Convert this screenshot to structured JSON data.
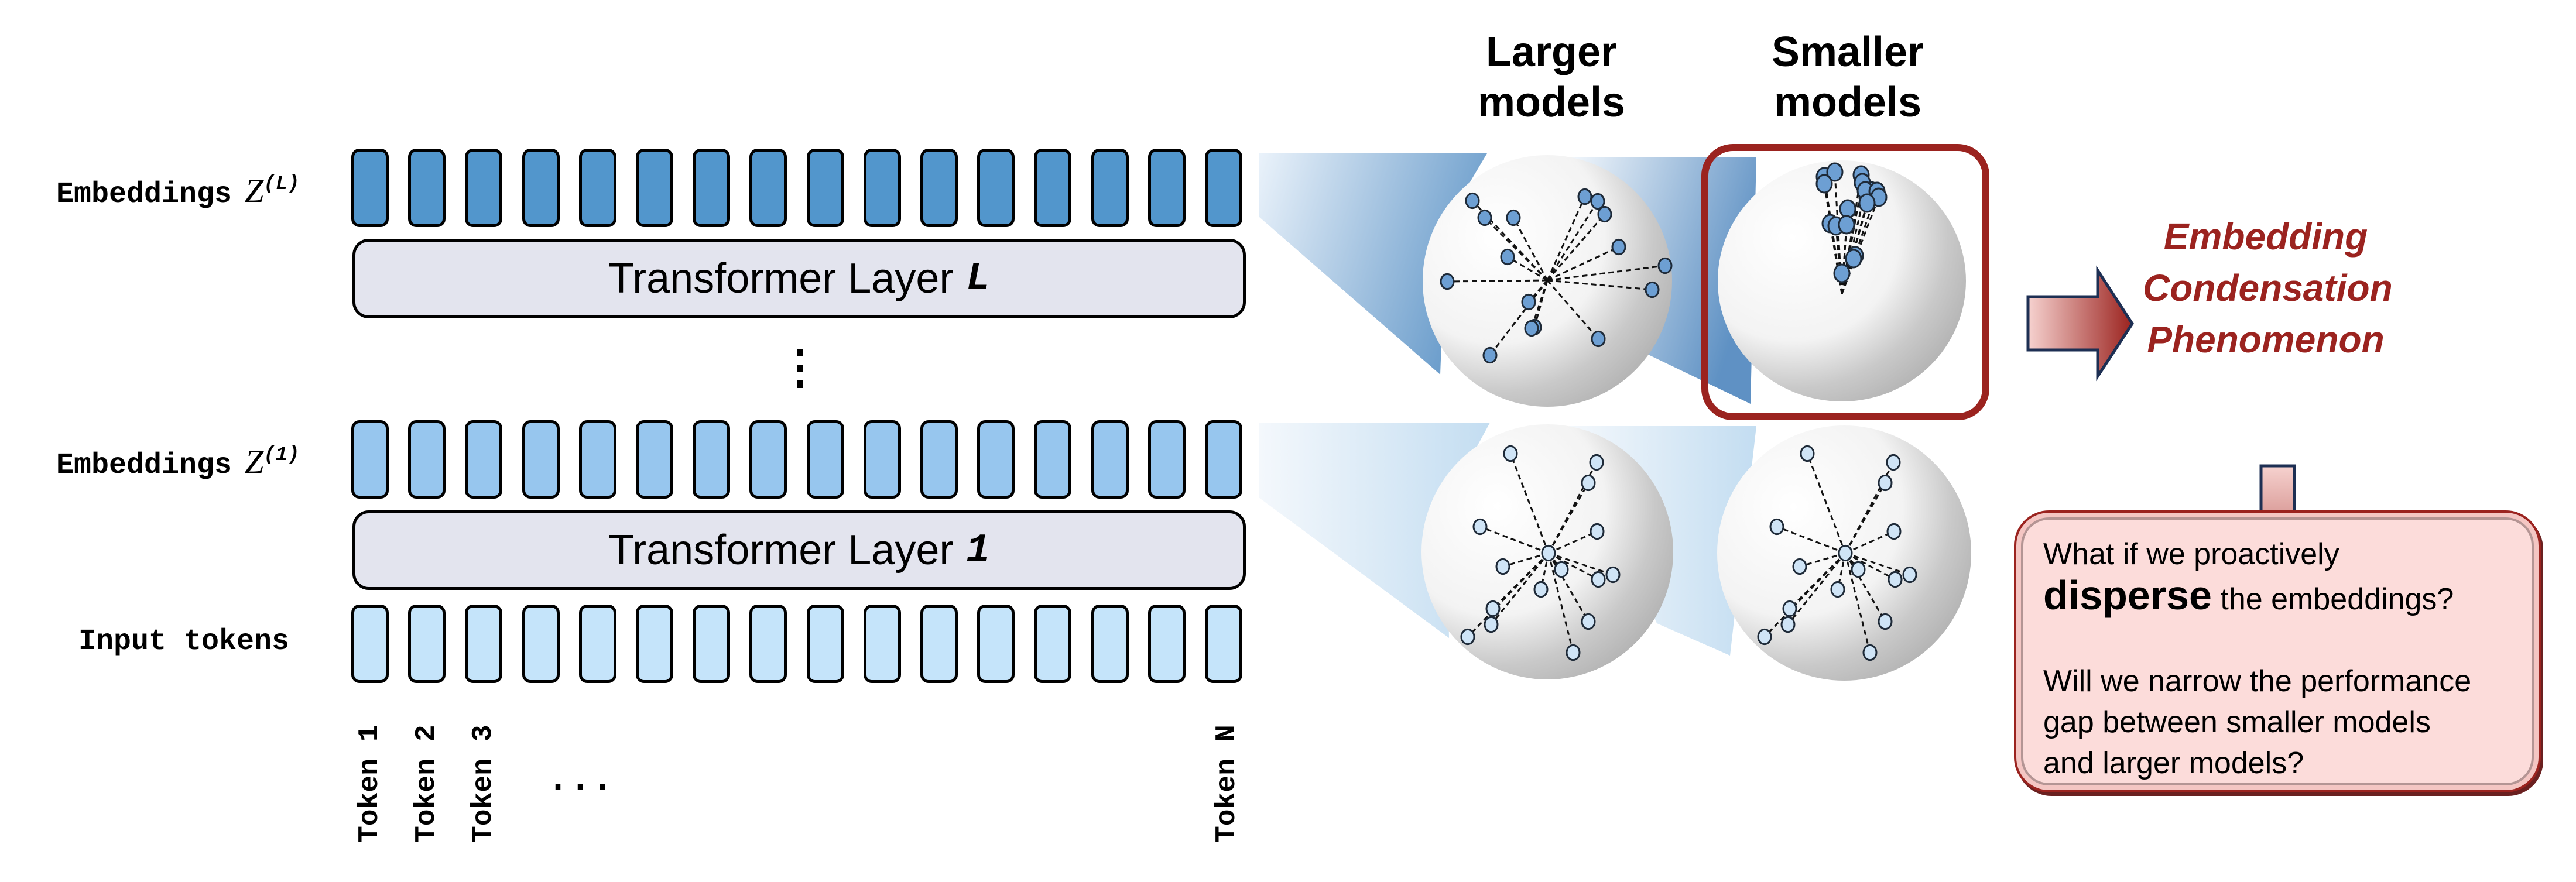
{
  "figure": {
    "rows": {
      "top_embeddings": {
        "label": "Embeddings",
        "symbol": "Z",
        "superscript": "(L)",
        "color": "#5296cc"
      },
      "bottom_embeddings": {
        "label": "Embeddings",
        "symbol": "Z",
        "superscript": "(1)",
        "color": "#97c6ee"
      },
      "input_tokens": {
        "label": "Input tokens",
        "color": "#c5e4fa"
      }
    },
    "token_count_drawn": 16,
    "layers": {
      "top": {
        "label": "Transformer Layer",
        "index": "L"
      },
      "bottom": {
        "label": "Transformer Layer",
        "index": "1"
      }
    },
    "vertical_ellipsis": "⋮",
    "token_labels": [
      "Token 1",
      "Token 2",
      "Token 3",
      "Token N"
    ],
    "token_ellipsis": "...",
    "model_titles": {
      "larger": [
        "Larger",
        "models"
      ],
      "smaller": [
        "Smaller",
        "models"
      ]
    },
    "highlight_color": "#9b231f",
    "condensation_text": [
      "Embedding",
      "Condensation",
      "Phenomenon"
    ],
    "question": {
      "line1": "What if we proactively",
      "emphasis": "disperse",
      "line2_rest": " the embeddings?",
      "line3": "Will we narrow the performance",
      "line4": "gap between smaller models",
      "line5": "and larger models?"
    },
    "icons": {
      "right_arrow": "right-arrow-icon",
      "down_arrow": "down-arrow-icon"
    }
  }
}
